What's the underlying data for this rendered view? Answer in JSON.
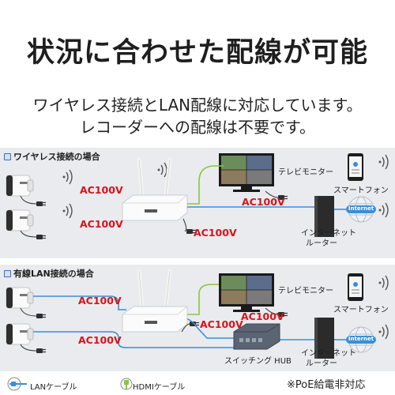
{
  "headline": "状況に合わせた配線が可能",
  "description": {
    "line1": "ワイヤレス接続とLAN配線に対応しています。",
    "line2": "レコーダーへの配線は不要です。"
  },
  "wireless_section": {
    "title": "ワイヤレス接続の場合",
    "camera1_power": "AC100V",
    "camera2_power": "AC100V",
    "recorder_power": "AC100V",
    "monitor_power": "AC100V",
    "monitor_label": "テレビモニター",
    "phone_label": "スマートフォン",
    "router_label_line1": "インターネット",
    "router_label_line2": "ルーター",
    "internet_label": "Internet"
  },
  "wired_section": {
    "title": "有線LAN接続の場合",
    "camera1_power": "AC100V",
    "camera2_power": "AC100V",
    "recorder_power": "AC100V",
    "monitor_power": "AC100V",
    "monitor_label": "テレビモニター",
    "phone_label": "スマートフォン",
    "hub_label": "スイッチング HUB",
    "router_label_line1": "インターネット",
    "router_label_line2": "ルーター",
    "internet_label": "Internet"
  },
  "legend": {
    "lan": "LANケーブル",
    "hdmi": "HDMIケーブル",
    "poe_note": "※PoE給電非対応"
  },
  "colors": {
    "lan_cable": "#3a8fd6",
    "hdmi_cable": "#8cc63f",
    "power_text": "#d5141b",
    "section_bg": "#e9ebee"
  },
  "icons": [
    "camera-icon",
    "nvr-recorder-icon",
    "tv-monitor-icon",
    "smartphone-icon",
    "router-icon",
    "globe-icon",
    "switching-hub-icon",
    "wifi-signal-icon",
    "power-plug-icon"
  ]
}
